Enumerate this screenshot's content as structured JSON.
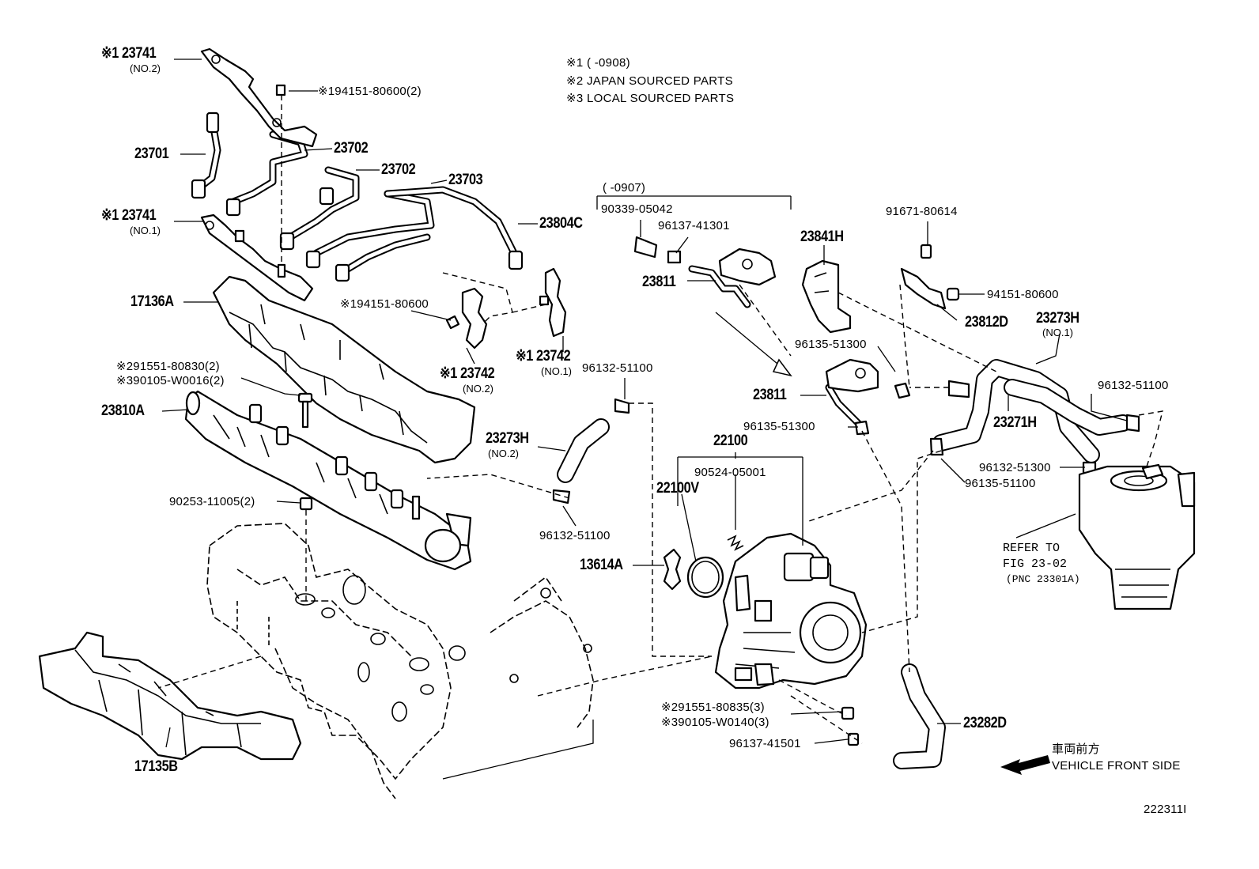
{
  "notes": {
    "n1": "※1 (      -0908)",
    "n2": "※2 JAPAN SOURCED PARTS",
    "n3": "※3 LOCAL SOURCED PARTS"
  },
  "bracket_note": "(      -0907)",
  "labels": {
    "p23741_no2": "※1 23741",
    "p23741_no2_sub": "(NO.2)",
    "p194151_a": "※194151-80600(2)",
    "p23701": "23701",
    "p23702_a": "23702",
    "p23702_b": "23702",
    "p23703": "23703",
    "p23741_no1": "※1 23741",
    "p23741_no1_sub": "(NO.1)",
    "p23804C": "23804C",
    "p17136A": "17136A",
    "p194151_b": "※194151-80600",
    "p23742_no1": "※1 23742",
    "p23742_no1_sub": "(NO.1)",
    "p23742_no2": "※1 23742",
    "p23742_no2_sub": "(NO.2)",
    "p291551_80830": "※291551-80830(2)",
    "p390105_W0016": "※390105-W0016(2)",
    "p23810A": "23810A",
    "p90253": "90253-11005(2)",
    "p96132_a": "96132-51100",
    "p23273H_no2": "23273H",
    "p23273H_no2_sub": "(NO.2)",
    "p96132_b": "96132-51100",
    "p90339": "90339-05042",
    "p96137_41301": "96137-41301",
    "p23811_a": "23811",
    "p23841H": "23841H",
    "p91671": "91671-80614",
    "p94151": "94151-80600",
    "p23812D": "23812D",
    "p23273H_no1": "23273H",
    "p23273H_no1_sub": "(NO.1)",
    "p96135_a": "96135-51300",
    "p23811_b": "23811",
    "p96135_b": "96135-51300",
    "p22100": "22100",
    "p90524": "90524-05001",
    "p22100V": "22100V",
    "p23271H": "23271H",
    "p96132_c": "96132-51100",
    "p96132_51300": "96132-51300",
    "p96135_51100": "96135-51100",
    "p13614A": "13614A",
    "refer1": "REFER TO",
    "refer2": "FIG 23-02",
    "refer3": "(PNC 23301A)",
    "p291551_80835": "※291551-80835(3)",
    "p390105_W0140": "※390105-W0140(3)",
    "p96137_41501": "96137-41501",
    "p23282D": "23282D",
    "p17135B": "17135B"
  },
  "front": {
    "jp": "車両前方",
    "en": "VEHICLE FRONT SIDE"
  },
  "figure_id": "222311I"
}
